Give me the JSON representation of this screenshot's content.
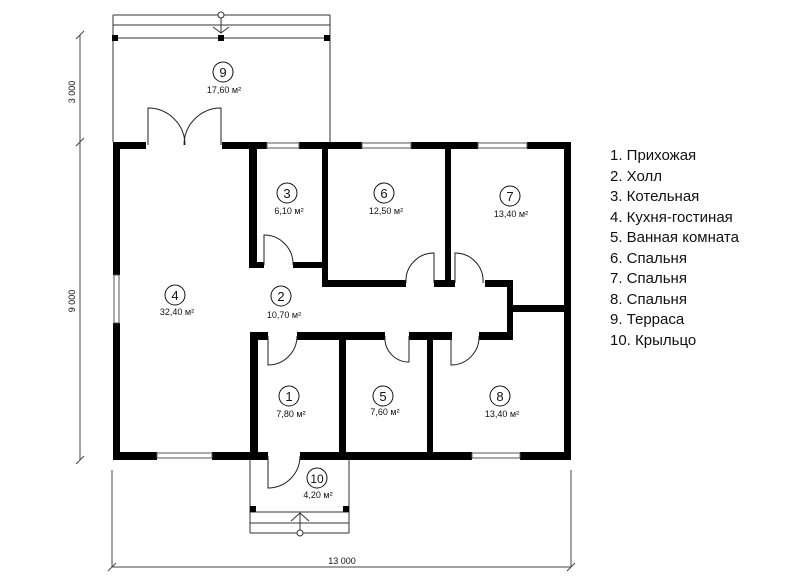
{
  "rooms": [
    {
      "num": "1",
      "area": "7,80 м²"
    },
    {
      "num": "2",
      "area": "10,70 м²"
    },
    {
      "num": "3",
      "area": "6,10 м²"
    },
    {
      "num": "4",
      "area": "32,40 м²"
    },
    {
      "num": "5",
      "area": "7,60 м²"
    },
    {
      "num": "6",
      "area": "12,50 м²"
    },
    {
      "num": "7",
      "area": "13,40 м²"
    },
    {
      "num": "8",
      "area": "13,40 м²"
    },
    {
      "num": "9",
      "area": "17,60 м²"
    },
    {
      "num": "10",
      "area": "4,20 м²"
    }
  ],
  "dimensions": {
    "terrace_depth": "3 000",
    "house_depth": "9 000",
    "house_width": "13 000"
  },
  "legend": [
    "1. Прихожая",
    "2. Холл",
    "3. Котельная",
    "4. Кухня-гостиная",
    "5. Ванная комната",
    "6. Спальня",
    "7. Спальня",
    "8. Спальня",
    "9. Терраса",
    "10. Крыльцо"
  ]
}
